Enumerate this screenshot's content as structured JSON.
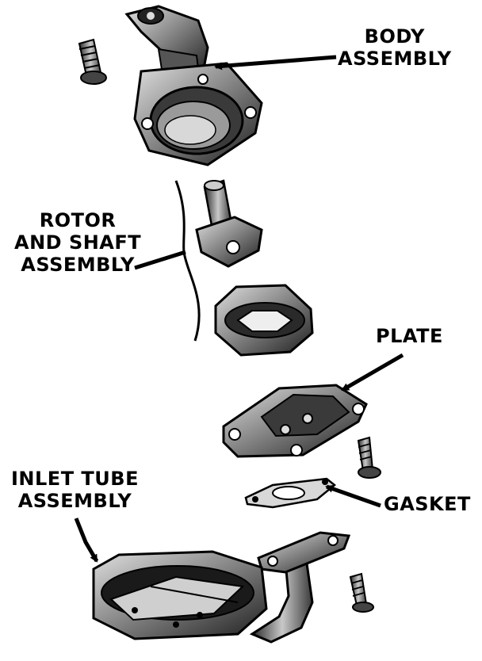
{
  "labels": {
    "body_assembly": [
      "BODY",
      "ASSEMBLY"
    ],
    "rotor_and_shaft_assembly": [
      "ROTOR",
      "AND SHAFT",
      "ASSEMBLY"
    ],
    "plate": "PLATE",
    "gasket": "GASKET",
    "inlet_tube_assembly": [
      "INLET TUBE",
      "ASSEMBLY"
    ]
  },
  "colors": {
    "ink": "#000000",
    "paper": "#ffffff",
    "metal_mid": "#6e6e6e",
    "metal_light": "#bdbdbd",
    "metal_dark": "#1a1a1a"
  }
}
